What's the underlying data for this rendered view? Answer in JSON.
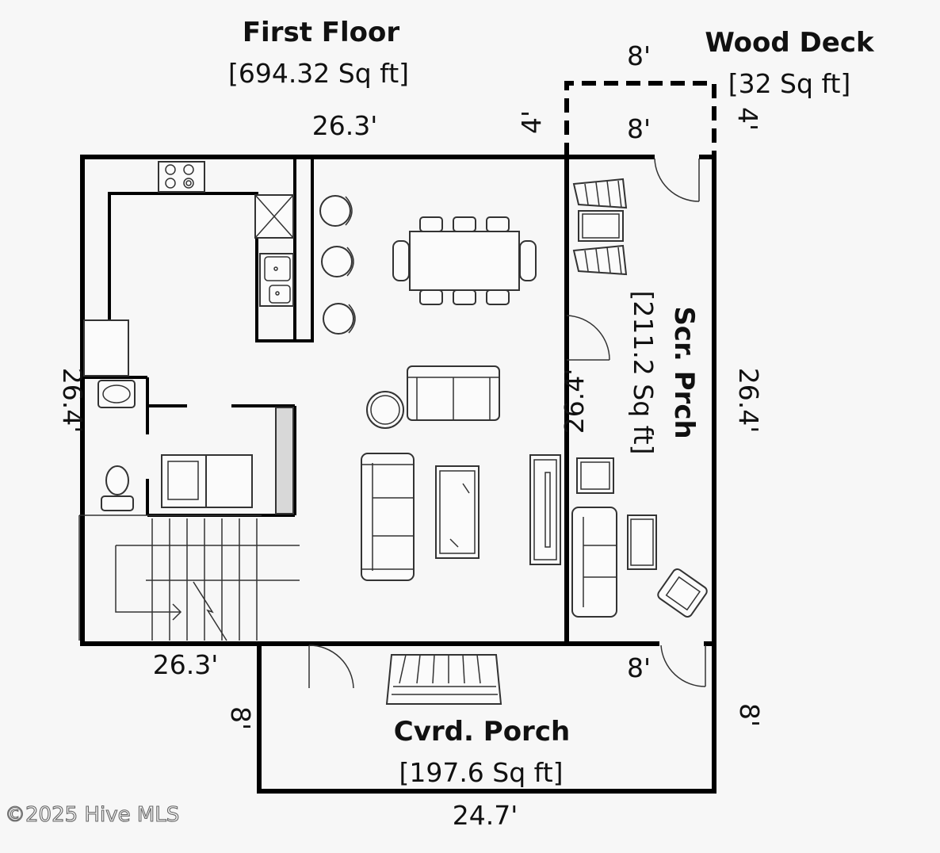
{
  "first_floor": {
    "title": "First Floor",
    "area": "[694.32 Sq ft]",
    "dim_top": "26.3'",
    "dim_left": "26.4'",
    "dim_bottom": "26.3'"
  },
  "wood_deck": {
    "title": "Wood Deck",
    "area": "[32 Sq ft]",
    "dim_top_outer": "8'",
    "dim_top_inner": "8'",
    "dim_left": "4'",
    "dim_right": "4'"
  },
  "screened_porch": {
    "title": "Scr. Prch",
    "area": "[211.2 Sq ft]",
    "dim_left": "26.4'",
    "dim_right": "26.4'",
    "dim_bottom": "8'"
  },
  "covered_porch": {
    "title": "Cvrd. Porch",
    "area": "[197.6 Sq ft]",
    "dim_left": "8'",
    "dim_right": "8'",
    "dim_bottom": "24.7'"
  },
  "watermark": "©2025 Hive MLS",
  "icons": [
    "range-icon",
    "refrigerator-icon",
    "sink-icon",
    "bar-stool-icon",
    "dining-table-icon",
    "chair-icon",
    "sofa-icon",
    "loveseat-icon",
    "coffee-table-icon",
    "tv-console-icon",
    "toilet-icon",
    "washer-dryer-icon",
    "stairs-icon",
    "door-icon",
    "bench-icon",
    "armchair-icon",
    "side-table-icon",
    "round-table-icon",
    "rocking-chair-icon"
  ]
}
